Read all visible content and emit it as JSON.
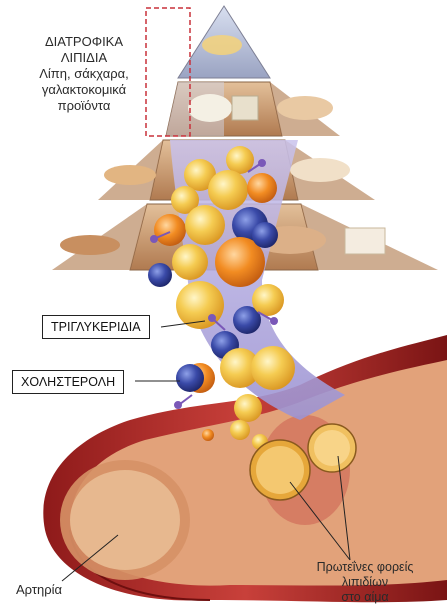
{
  "labels": {
    "diet_line1": "ΔΙΑΤΡΟΦΙΚΑ",
    "diet_line2": "ΛΙΠΙΔΙΑ",
    "diet_line3": "Λίπη, σάκχαρα,",
    "diet_line4": "γαλακτοκομικά",
    "diet_line5": "προϊόντα",
    "triglycerides": "ΤΡΙΓΛΥΚΕΡΙΔΙΑ",
    "cholesterol": "ΧΟΛΗΣΤΕΡΟΛΗ",
    "artery": "Αρτηρία",
    "proteins_line1": "Πρωτεΐνες φορείς",
    "proteins_line2": "λιπιδίων",
    "proteins_line3": "στο αίμα"
  },
  "colors": {
    "highlight_border": "#c8303a",
    "pyramid_tan": "#c89a70",
    "funnel_lavender": "#a9a0d8",
    "artery_red": "#b52a2a",
    "particle_yellow": "#f3c24a",
    "particle_orange": "#f08a24",
    "particle_blue": "#2f3d93"
  }
}
